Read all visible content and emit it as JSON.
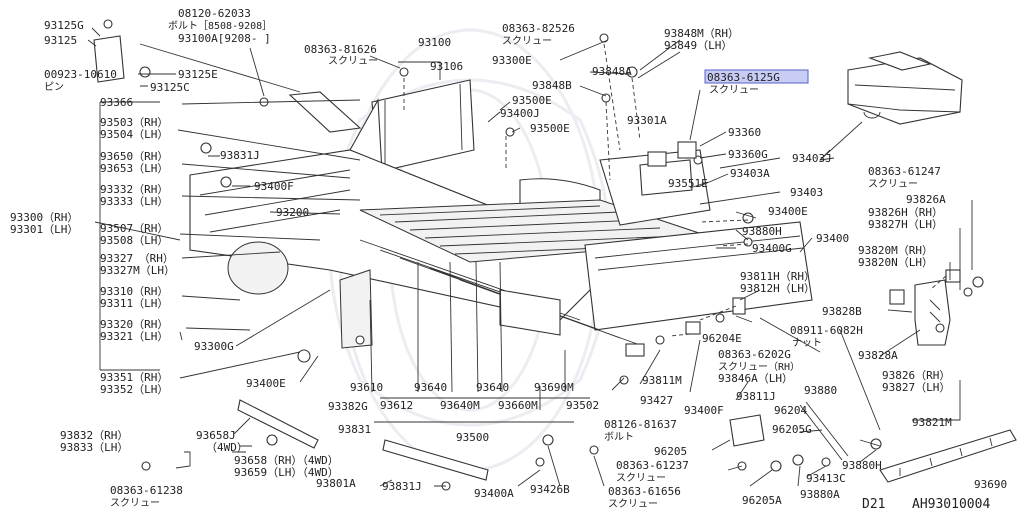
{
  "diagram_id": "AH93010004",
  "model_code": "D21",
  "highlighted_part": "08363-6125G",
  "highlight_color": "#c8cdf5",
  "labels": {
    "p93125G": "93125G",
    "p93125": "93125",
    "p00923": "00923-10610",
    "pin": "ピン",
    "p93125E": "93125E",
    "p93125C": "93125C",
    "p08120": "08120-62033",
    "bolt_range": "ボルト［8508-9208］",
    "p93100A": "93100A[9208-  ]",
    "p08363_81626": "08363-81626",
    "screw1": "スクリュー",
    "p93100": "93100",
    "p93106": "93106",
    "p08363_82526": "08363-82526",
    "screw2": "スクリュー",
    "p93300E": "93300E",
    "p93848M": "93848M（RH）",
    "p93849": "93849（LH）",
    "p93848A": "93848A",
    "p93848B": "93848B",
    "p93500E_a": "93500E",
    "p93400J": "93400J",
    "p93500E_b": "93500E",
    "p93301A": "93301A",
    "p08363_6125G": "08363-6125G",
    "screw3": "スクリュー",
    "p93366": "93366",
    "p93503": "93503（RH）",
    "p93504": "93504（LH）",
    "p93831J_a": "93831J",
    "p93650": "93650（RH）",
    "p93653": "93653（LH）",
    "p93400F_a": "93400F",
    "p93332": "93332（RH）",
    "p93333": "93333（LH）",
    "p93360": "93360",
    "p93360G": "93360G",
    "p93403J": "93403J",
    "p93551E": "93551E",
    "p93403A": "93403A",
    "p93403": "93403",
    "p08363_61247": "08363-61247",
    "screw4": "スクリュー",
    "p93826A_a": "93826A",
    "p93826H": "93826H（RH）",
    "p93827H": "93827H（LH）",
    "p93300": "93300（RH）",
    "p93301": "93301（LH）",
    "p93200": "93200",
    "p93507": "93507（RH）",
    "p93508": "93508（LH）",
    "p93400E_a": "93400E",
    "p93880H_a": "93880H",
    "p93400": "93400",
    "p93400G": "93400G",
    "p93820M": "93820M（RH）",
    "p93820N": "93820N（LH）",
    "p93327": "93327　（RH）",
    "p93327M": "93327M（LH）",
    "p93811H": "93811H（RH）",
    "p93812H": "93812H（LH）",
    "p93310": "93310（RH）",
    "p93311": "93311（LH）",
    "p93828B": "93828B",
    "p08911": "08911-6082H",
    "nut": "ナット",
    "p96204E": "96204E",
    "p93320": "93320（RH）",
    "p93321": "93321（LH）",
    "p93300G": "93300G",
    "p08363_6202G": "08363-6202G",
    "screw5": "スクリュー（RH）",
    "p93846A": "93846A（LH）",
    "p93828A": "93828A",
    "p93826": "93826（RH）",
    "p93827": "93827（LH）",
    "p93811M": "93811M",
    "p93351": "93351（RH）",
    "p93352": "93352（LH）",
    "p93400E_b": "93400E",
    "p93610": "93610",
    "p93640_a": "93640",
    "p93640_b": "93640",
    "p93690M": "93690M",
    "p93427": "93427",
    "p93811J": "93811J",
    "p93400F_b": "93400F",
    "p93880": "93880",
    "p93382G": "93382G",
    "p93612": "93612",
    "p93640M": "93640M",
    "p93660M": "93660M",
    "p93502": "93502",
    "p96204": "96204",
    "p93821M": "93821M",
    "p93831_b": "93831",
    "p08126": "08126-81637",
    "bolt2": "ボルト",
    "p96205G": "96205G",
    "p93500": "93500",
    "p93832": "93832（RH）",
    "p93833": "93833（LH）",
    "p93658J": "93658J",
    "p4wd": "（4WD）",
    "p96205": "96205",
    "p93658": "93658（RH）（4WD）",
    "p93659": "93659（LH）（4WD）",
    "p08363_61237": "08363-61237",
    "screw6": "スクリュー",
    "p93880H_b": "93880H",
    "p93413C": "93413C",
    "p93690": "93690",
    "p08363_61238": "08363-61238",
    "screw7": "スクリュー",
    "p93801A": "93801A",
    "p93831J_b": "93831J",
    "p93400A": "93400A",
    "p93426B": "93426B",
    "p08363_61656": "08363-61656",
    "screw8": "スクリュー",
    "p96205A": "96205A",
    "p93880A": "93880A",
    "footer_model": "D21",
    "footer_code": "AH93010004"
  }
}
